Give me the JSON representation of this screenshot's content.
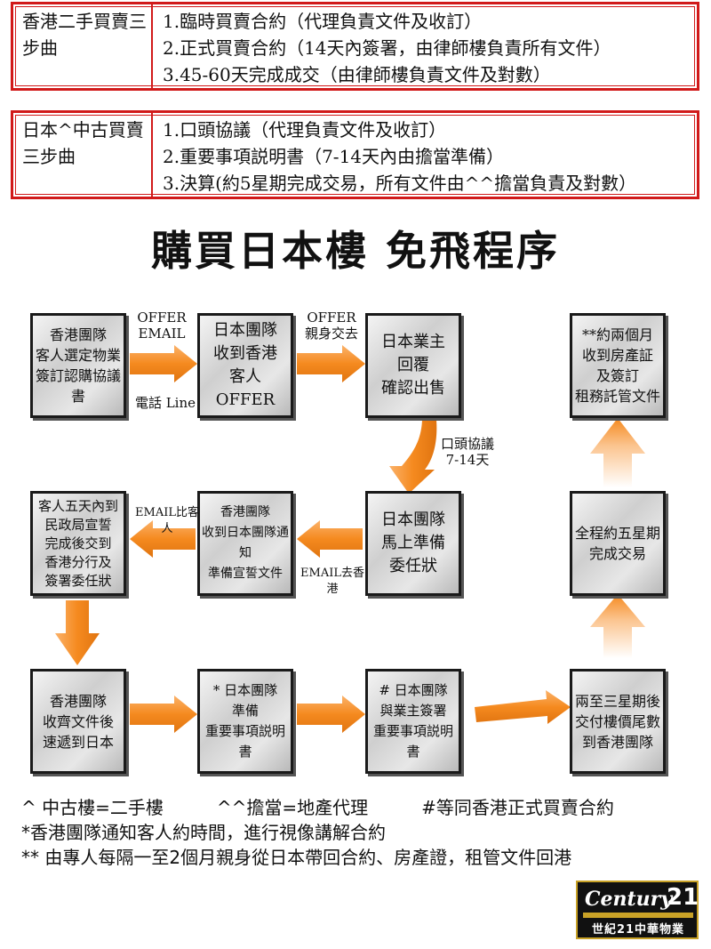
{
  "table_hk": {
    "label": "香港二手買賣三步曲",
    "steps": [
      "1.臨時買賣合約（代理負責文件及收訂）",
      "2.正式買賣合約（14天內簽署，由律師樓負責所有文件）",
      "3.45-60天完成成交（由律師樓負責文件及對數）"
    ]
  },
  "table_jp": {
    "label": "日本^中古買賣三步曲",
    "steps": [
      "1.口頭協議（代理負責文件及收訂）",
      "2.重要事項説明書（7-14天內由擔當準備）",
      "3.決算(約5星期完成交易，所有文件由^^擔當負責及對數）"
    ]
  },
  "title": "購買日本樓 免飛程序",
  "boxes": {
    "b1": "香港團隊\n客人選定物業\n簽訂認購協議書",
    "b2": "日本團隊\n收到香港\n客人OFFER",
    "b3": "日本業主\n回覆\n確認出售",
    "b4": "**約兩個月\n收到房產証\n及簽訂\n租務託管文件",
    "b5": "客人五天內到\n民政局宣誓\n完成後交到\n香港分行及\n簽署委任狀",
    "b6": "香港團隊\n收到日本團隊通知\n準備宣誓文件",
    "b7": "日本團隊\n馬上準備\n委任狀",
    "b8": "全程約五星期\n完成交易",
    "b9": "香港團隊\n收齊文件後\n速遞到日本",
    "b10": "* 日本團隊\n準備\n重要事項説明書",
    "b11": "# 日本團隊\n與業主簽署\n重要事項説明書",
    "b12": "兩至三星期後\n交付樓價尾數\n到香港團隊"
  },
  "labels": {
    "offer_email": "OFFER\nEMAIL",
    "phone_line": "電話 Line",
    "offer_inperson": "OFFER\n親身交去",
    "verbal": "口頭協議\n7-14天",
    "email_client": "EMAIL比客人",
    "email_hk": "EMAIL去香港"
  },
  "notes": {
    "n1a": "^ 中古樓=二手樓",
    "n1b": "^^擔當=地產代理",
    "n1c": "#等同香港正式買賣合約",
    "n2": "*香港團隊通知客人約時間，進行視像講解合約",
    "n3": "** 由專人每隔一至2個月親身從日本帶回合約、房產證，租管文件回港"
  },
  "logo": {
    "word": "Century",
    "number": "21",
    "sub": "世紀21中華物業"
  },
  "colors": {
    "border_red": "#d11a1a",
    "arrow_orange": "#f58a1f"
  }
}
